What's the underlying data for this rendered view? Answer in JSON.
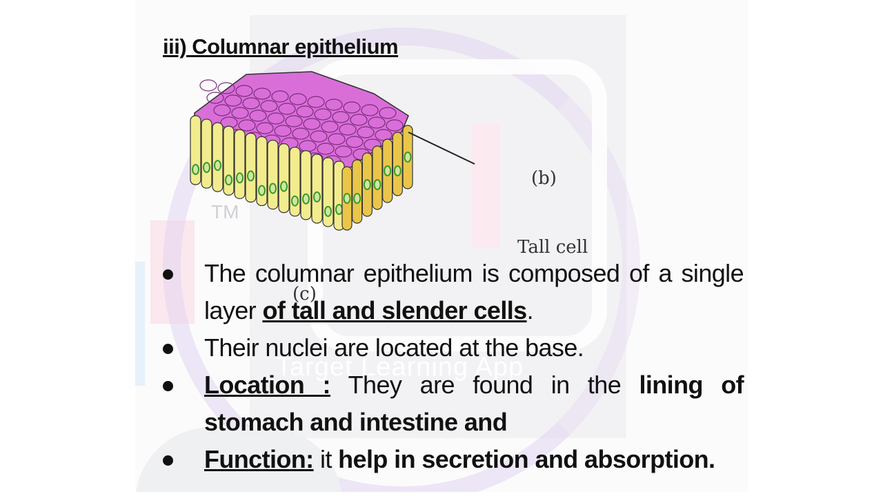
{
  "heading": "iii) Columnar epithelium",
  "figure": {
    "label_b": "(b)",
    "label_tall_cell": "Tall cell",
    "label_c": "(c)",
    "tm": "TM"
  },
  "points": [
    {
      "text_start": "The columnar epithelium is composed of a single layer ",
      "emph": "of  tall and slender cells",
      "text_end": "."
    },
    {
      "text": "Their nuclei are located at the base."
    },
    {
      "label": "Location :",
      "text": " They are found in the ",
      "emph": "lining of stomach and intestine and"
    },
    {
      "label": "Function:",
      "text": " it ",
      "emph": "help in secretion and absorption."
    }
  ],
  "watermark": "Target Learning App",
  "colors": {
    "top_face": "#d86bd8",
    "cell_fill": "#f2ec8e",
    "nucleus": "#3a9a2a",
    "cell_stroke": "#333333"
  }
}
